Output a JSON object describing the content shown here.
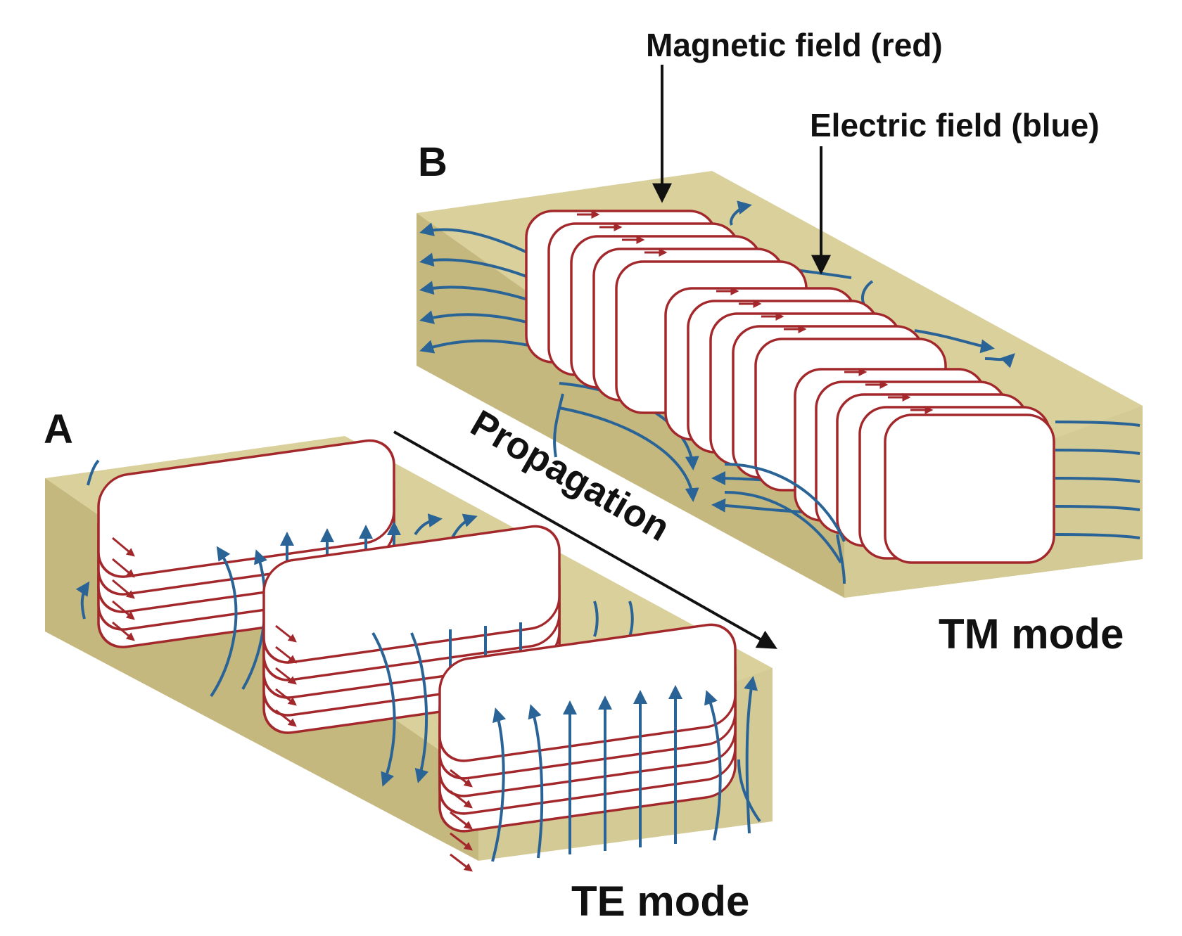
{
  "labels": {
    "panel_a": "A",
    "panel_b": "B",
    "magnetic_field": "Magnetic field (red)",
    "electric_field": "Electric field (blue)",
    "propagation": "Propagation",
    "te_mode": "TE mode",
    "tm_mode": "TM mode"
  },
  "colors": {
    "magnetic_field": "#a3282c",
    "electric_field": "#2a6496",
    "waveguide_floor": "#c9bd86",
    "waveguide_wall": "#d9d09c",
    "waveguide_dark": "#b9ad78",
    "label_text": "#111111"
  }
}
